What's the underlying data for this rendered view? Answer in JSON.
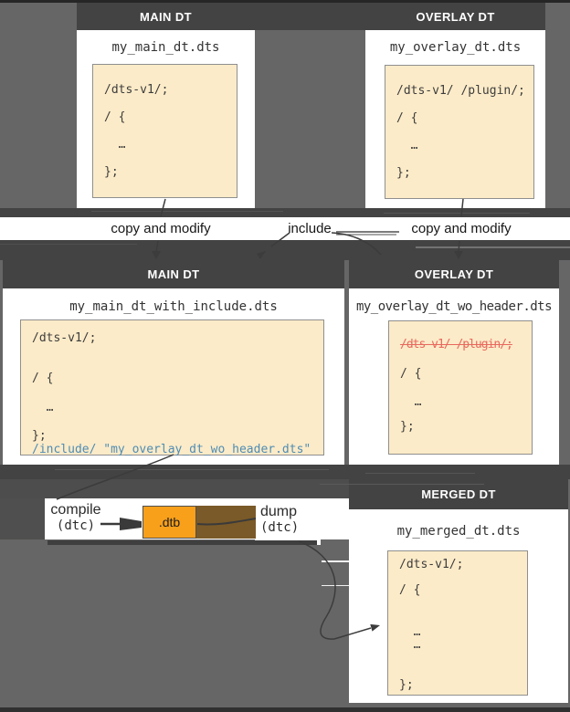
{
  "boxes": {
    "main_top": {
      "title": "MAIN DT",
      "filename": "my_main_dt.dts",
      "code": [
        "/dts-v1/;",
        "/ {",
        "  …",
        "};"
      ]
    },
    "overlay_top": {
      "title": "OVERLAY DT",
      "filename": "my_overlay_dt.dts",
      "code": [
        "/dts-v1/ /plugin/;",
        "/ {",
        "  …",
        "};"
      ]
    },
    "main_mid": {
      "title": "MAIN DT",
      "filename": "my_main_dt_with_include.dts",
      "code": [
        "/dts-v1/;",
        "/ {",
        "  …",
        "};",
        "/include/ \"my_overlay_dt_wo_header.dts\""
      ]
    },
    "overlay_mid": {
      "title": "OVERLAY DT",
      "filename": "my_overlay_dt_wo_header.dts",
      "code": [
        "/dts-v1/ /plugin/;",
        "/ {",
        "  …",
        "};"
      ]
    },
    "merged": {
      "title": "MERGED DT",
      "filename": "my_merged_dt.dts",
      "code": [
        "/dts-v1/;",
        "/ {",
        "  …",
        "  …",
        "};"
      ]
    }
  },
  "labels": {
    "copy_left": "copy and modify",
    "include": "include",
    "copy_right": "copy and modify",
    "compile": "compile",
    "compile_tool": "(dtc)",
    "dump": "dump",
    "dump_tool": "(dtc)",
    "dtb": ".dtb"
  },
  "colors": {
    "page_bg": "#666667",
    "band_dark": "#434343",
    "code_bg": "#FCEBC8",
    "accent_orange": "#F9A01B",
    "brown": "#7A5A28",
    "include_blue": "#4E8CB5",
    "strike_red": "#E8695E"
  }
}
